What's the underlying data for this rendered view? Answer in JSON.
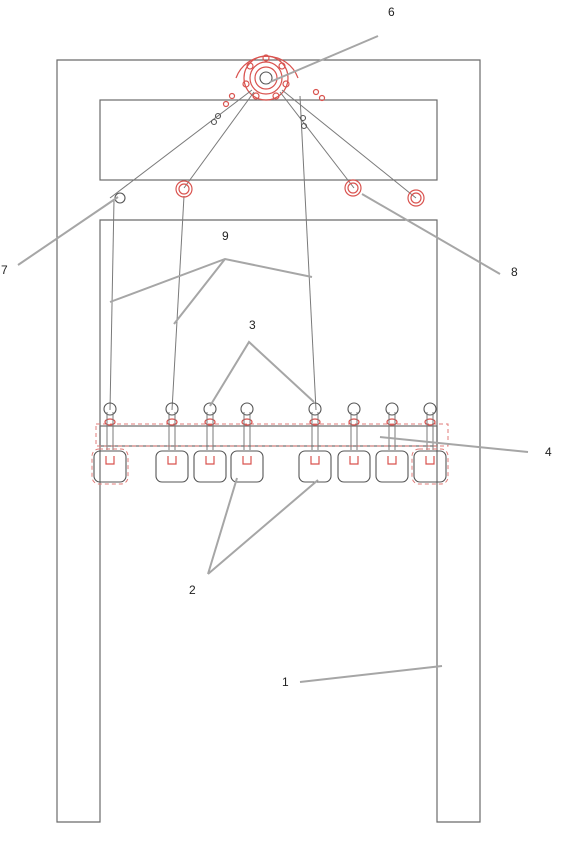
{
  "labels": {
    "l1": "1",
    "l2": "2",
    "l3": "3",
    "l4": "4",
    "l6": "6",
    "l7": "7",
    "l8": "8",
    "l9": "9"
  },
  "colors": {
    "frame": "#6b6b6b",
    "leader": "#a6a6a6",
    "highlight": "#d9534f"
  }
}
